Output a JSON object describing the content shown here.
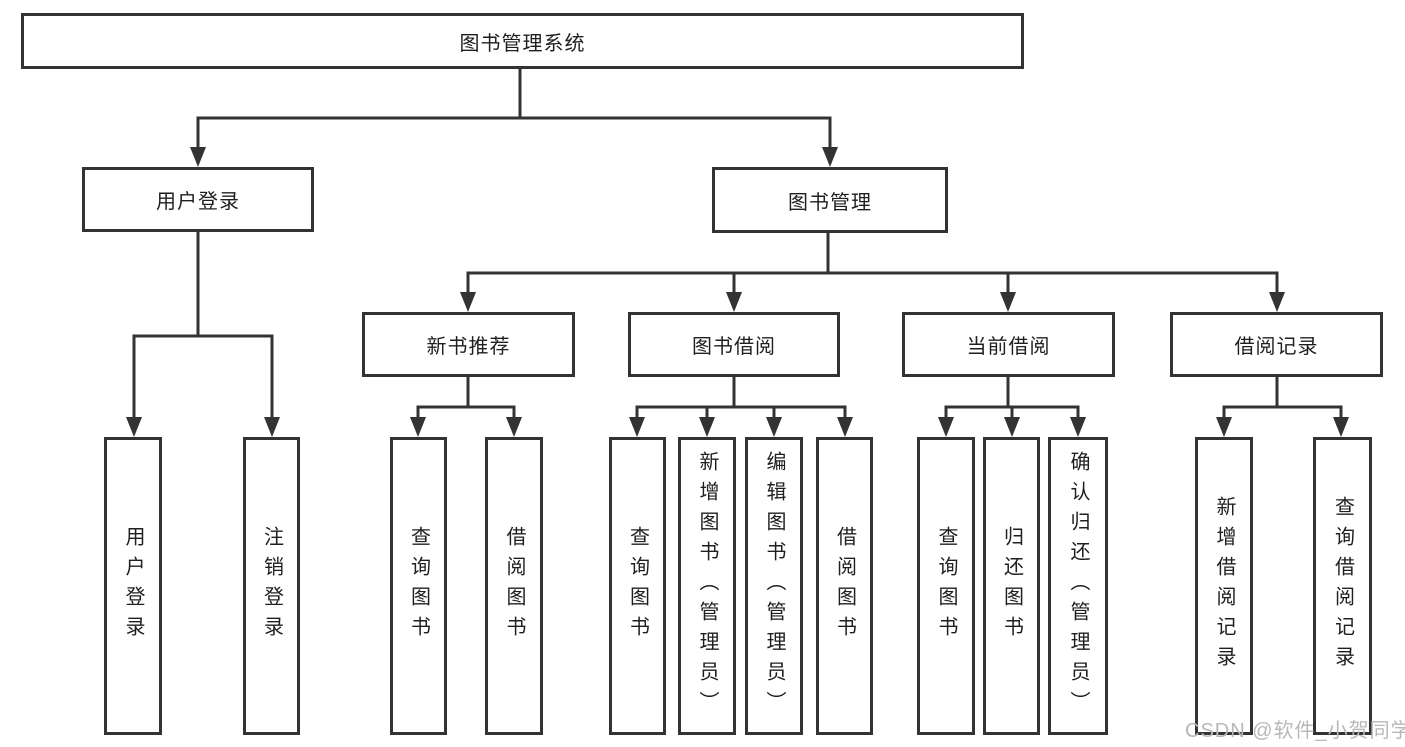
{
  "diagram": {
    "title": "图书管理系统",
    "branches": [
      {
        "label": "用户登录",
        "children": [
          {
            "label": "用户登录"
          },
          {
            "label": "注销登录"
          }
        ]
      },
      {
        "label": "图书管理",
        "children": [
          {
            "label": "新书推荐",
            "children": [
              {
                "label": "查询图书"
              },
              {
                "label": "借阅图书"
              }
            ]
          },
          {
            "label": "图书借阅",
            "children": [
              {
                "label": "查询图书"
              },
              {
                "label": "新增图书（管理员）"
              },
              {
                "label": "编辑图书（管理员）"
              },
              {
                "label": "借阅图书"
              }
            ]
          },
          {
            "label": "当前借阅",
            "children": [
              {
                "label": "查询图书"
              },
              {
                "label": "归还图书"
              },
              {
                "label": "确认归还（管理员）"
              }
            ]
          },
          {
            "label": "借阅记录",
            "children": [
              {
                "label": "新增借阅记录"
              },
              {
                "label": "查询借阅记录"
              }
            ]
          }
        ]
      }
    ],
    "watermark": "CSDN @软件_小贺同学",
    "colors": {
      "line": "#333333",
      "box_border": "#333333",
      "text": "#1f1f1f",
      "watermark": "#b8b8b8",
      "background": "#ffffff"
    }
  }
}
